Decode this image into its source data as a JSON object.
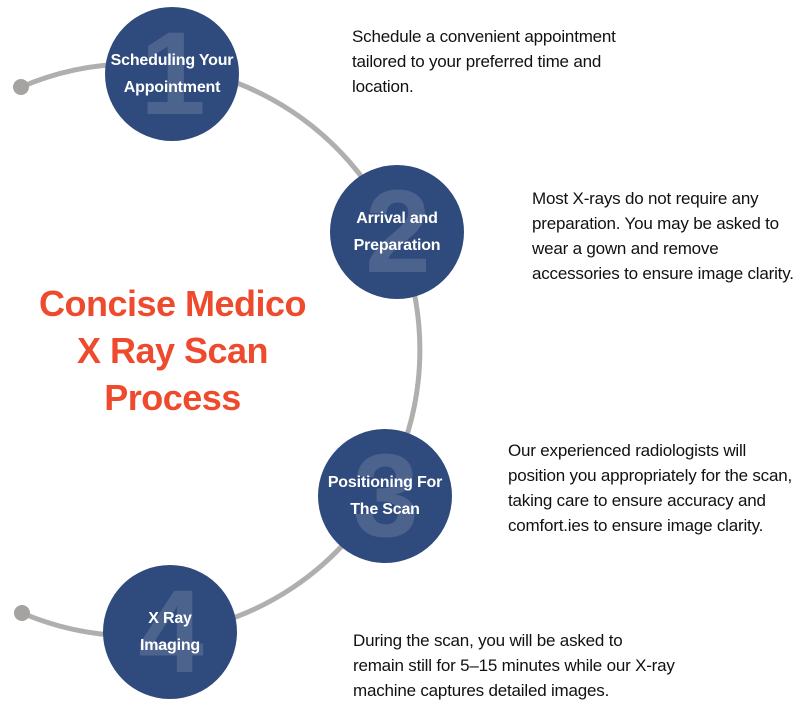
{
  "title": {
    "text": "Concise Medico\nX Ray Scan\nProcess"
  },
  "steps": [
    {
      "number": "1",
      "label": "Scheduling Your\nAppointment",
      "description": "Schedule a convenient appointment\ntailored to your  preferred time and\nlocation."
    },
    {
      "number": "2",
      "label": "Arrival and\nPreparation",
      "description": "Most X-rays do not require any\npreparation. You may be asked to\nwear a gown and remove\naccessories to ensure image clarity."
    },
    {
      "number": "3",
      "label": "Positioning For\nThe Scan",
      "description": "Our experienced radiologists will\nposition you appropriately for the scan,\ntaking care to ensure accuracy and\ncomfort.ies to ensure image clarity."
    },
    {
      "number": "4",
      "label": "X Ray\nImaging",
      "description": "During the scan, you will be asked to\nremain still for 5–15 minutes while our X-ray\nmachine captures detailed images."
    }
  ],
  "colors": {
    "circle": "#2f4a7c",
    "arc": "#b1aeae",
    "arc-dot": "#a5a2a2",
    "title": "#ee4b2e",
    "text": "#111111"
  }
}
